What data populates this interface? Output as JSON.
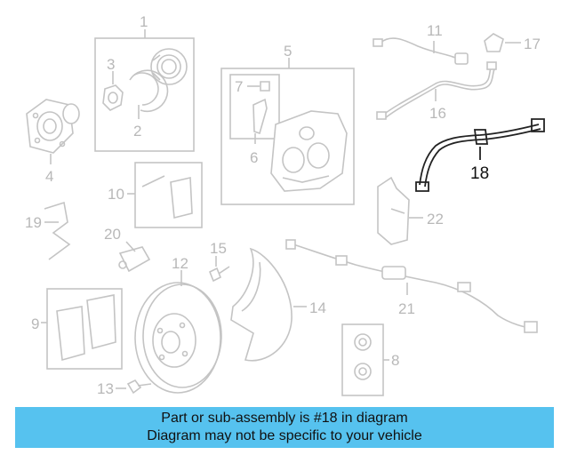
{
  "diagram": {
    "callouts": [
      "1",
      "2",
      "3",
      "4",
      "5",
      "6",
      "7",
      "8",
      "9",
      "10",
      "11",
      "12",
      "13",
      "14",
      "15",
      "16",
      "17",
      "18",
      "19",
      "20",
      "21",
      "22"
    ],
    "highlighted_part": "18",
    "accent_color": "#56c2ef",
    "highlight_color": "#111111",
    "muted_color": "#b8b8b8"
  },
  "banner": {
    "line1": "Part or sub-assembly is #18 in diagram",
    "line2": "Diagram may not be specific to your vehicle"
  }
}
